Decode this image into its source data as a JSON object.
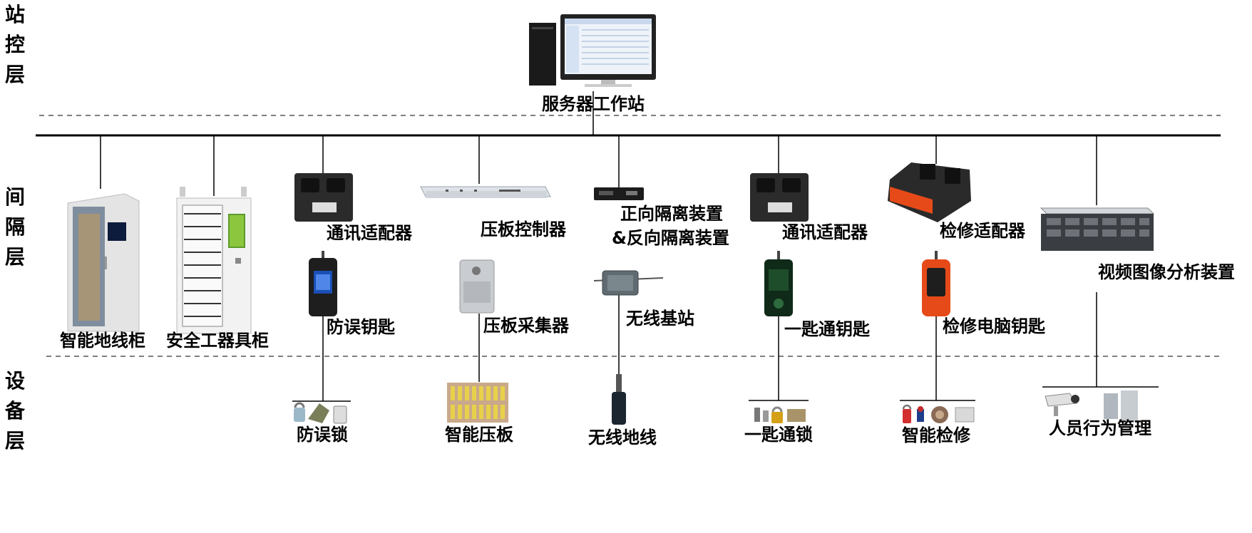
{
  "layers": {
    "station": [
      "站",
      "控",
      "层"
    ],
    "bay": [
      "间",
      "隔",
      "层"
    ],
    "device": [
      "设",
      "备",
      "层"
    ]
  },
  "station": {
    "server_label": "服务器工作站"
  },
  "bay": {
    "ground_cabinet": "智能地线柜",
    "tool_cabinet": "安全工器具柜",
    "comm_adapter_1": "通讯适配器",
    "anti_error_key": "防误钥匙",
    "plate_controller": "压板控制器",
    "plate_collector": "压板采集器",
    "isolation_1": "正向隔离装置",
    "isolation_2": "&反向隔离装置",
    "wireless_base": "无线基站",
    "comm_adapter_2": "通讯适配器",
    "universal_key": "一匙通钥匙",
    "maint_adapter": "检修适配器",
    "maint_pc_key": "检修电脑钥匙",
    "video_analysis": "视频图像分析装置"
  },
  "device": {
    "anti_error_lock": "防误锁",
    "smart_plate": "智能压板",
    "wireless_ground": "无线地线",
    "universal_lock": "一匙通锁",
    "smart_maint": "智能检修",
    "personnel": "人员行为管理"
  },
  "colors": {
    "line": "#000000",
    "dashed": "#555555",
    "device_dark": "#2b2b2b",
    "screen_blue": "#1a4fb5",
    "maint_orange": "#e64a19",
    "key_green": "#1e4d2b"
  }
}
